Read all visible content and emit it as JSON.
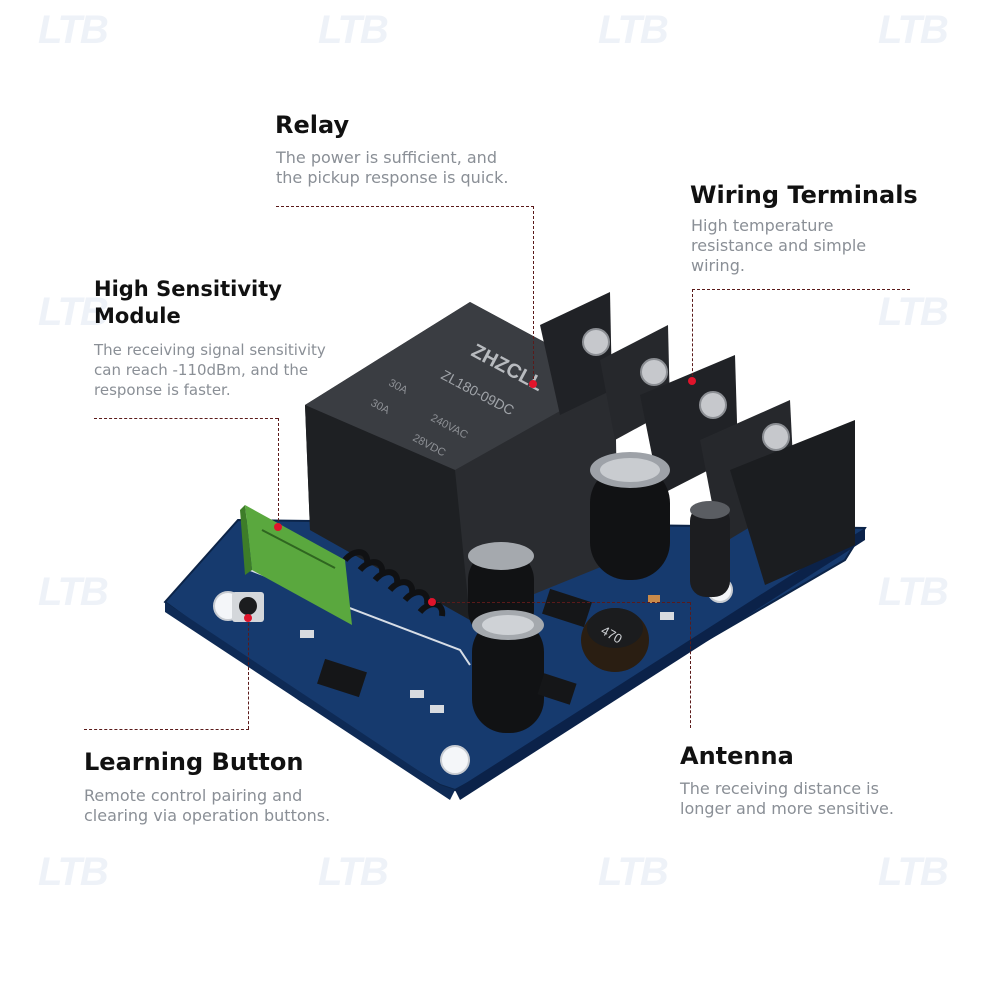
{
  "watermark": "LTB",
  "callouts": {
    "relay": {
      "title": "Relay",
      "desc_1": "The power is sufficient,  and",
      "desc_2": "the pickup response is quick."
    },
    "wiring": {
      "title": "Wiring Terminals",
      "desc_1": "High temperature",
      "desc_2": "resistance and simple",
      "desc_3": "wiring."
    },
    "module": {
      "title_1": "High Sensitivity",
      "title_2": "Module",
      "desc_1": "The receiving signal sensitivity",
      "desc_2": "can reach -110dBm, and the",
      "desc_3": "response is faster."
    },
    "learning": {
      "title": "Learning Button",
      "desc_1": "Remote control pairing and",
      "desc_2": "clearing via operation buttons."
    },
    "antenna": {
      "title": "Antenna",
      "desc_1": "The receiving distance is",
      "desc_2": "longer and more sensitive."
    }
  },
  "board_labels": {
    "relay_brand": "ZHZCLL",
    "relay_model": "ZL180-09DC",
    "relay_rating_1": "30A",
    "relay_rating_2": "240VAC",
    "relay_rating_3": "30A",
    "relay_rating_4": "28VDC",
    "cap_label": "470"
  },
  "colors": {
    "pcb": "#163a6e",
    "relay": "#2a2c30",
    "terminal": "#202226",
    "accent": "#e0142b"
  }
}
